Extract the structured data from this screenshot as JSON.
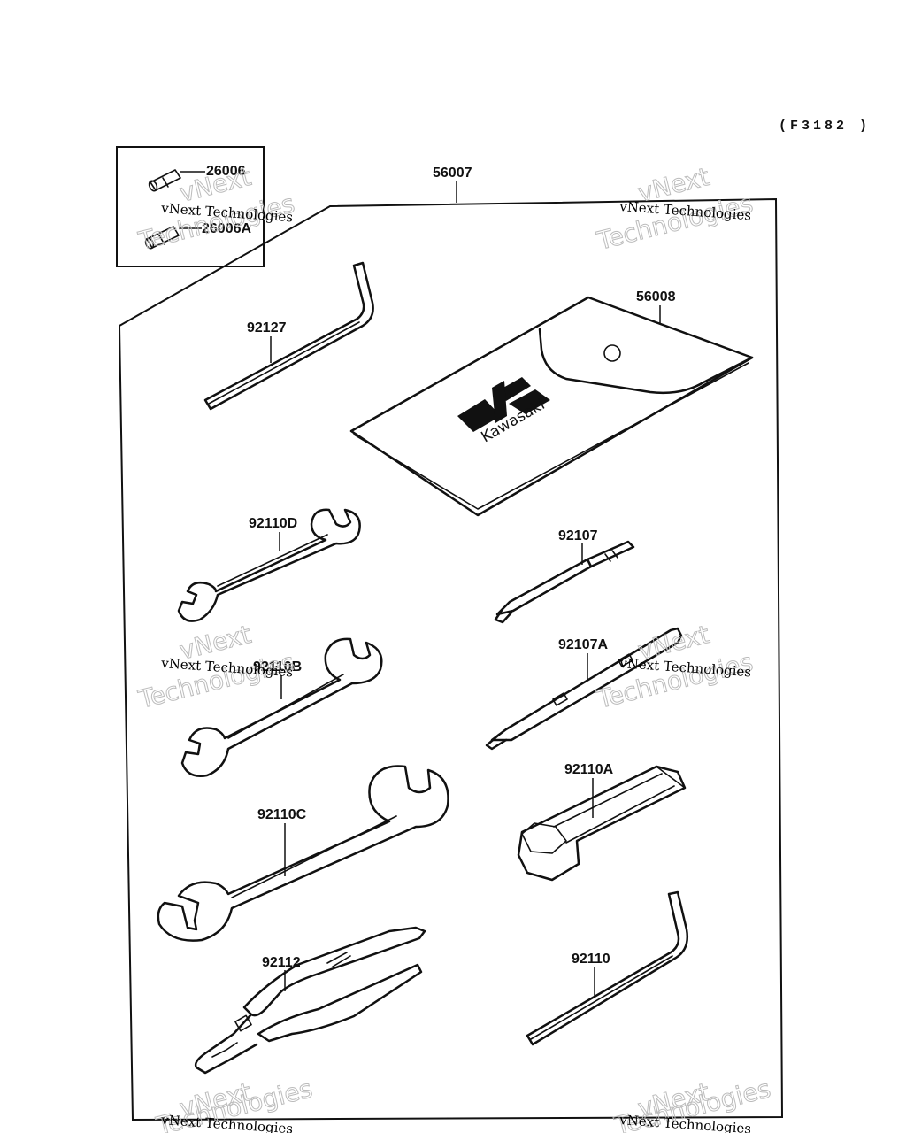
{
  "diagram_code": "(F3182 )",
  "watermark": {
    "small": "vNext Technologies",
    "big_1": "vNext",
    "big_2": "Technologies"
  },
  "pouch": {
    "brand_text": "Kawasaki"
  },
  "parts": [
    {
      "id": "26006",
      "label": "26006"
    },
    {
      "id": "26006A",
      "label": "26006A"
    },
    {
      "id": "56007",
      "label": "56007"
    },
    {
      "id": "56008",
      "label": "56008"
    },
    {
      "id": "92127",
      "label": "92127"
    },
    {
      "id": "92110D",
      "label": "92110D"
    },
    {
      "id": "92107",
      "label": "92107"
    },
    {
      "id": "92110B",
      "label": "92110B"
    },
    {
      "id": "92107A",
      "label": "92107A"
    },
    {
      "id": "92110C",
      "label": "92110C"
    },
    {
      "id": "92110A",
      "label": "92110A"
    },
    {
      "id": "92112",
      "label": "92112"
    },
    {
      "id": "92110",
      "label": "92110"
    }
  ]
}
